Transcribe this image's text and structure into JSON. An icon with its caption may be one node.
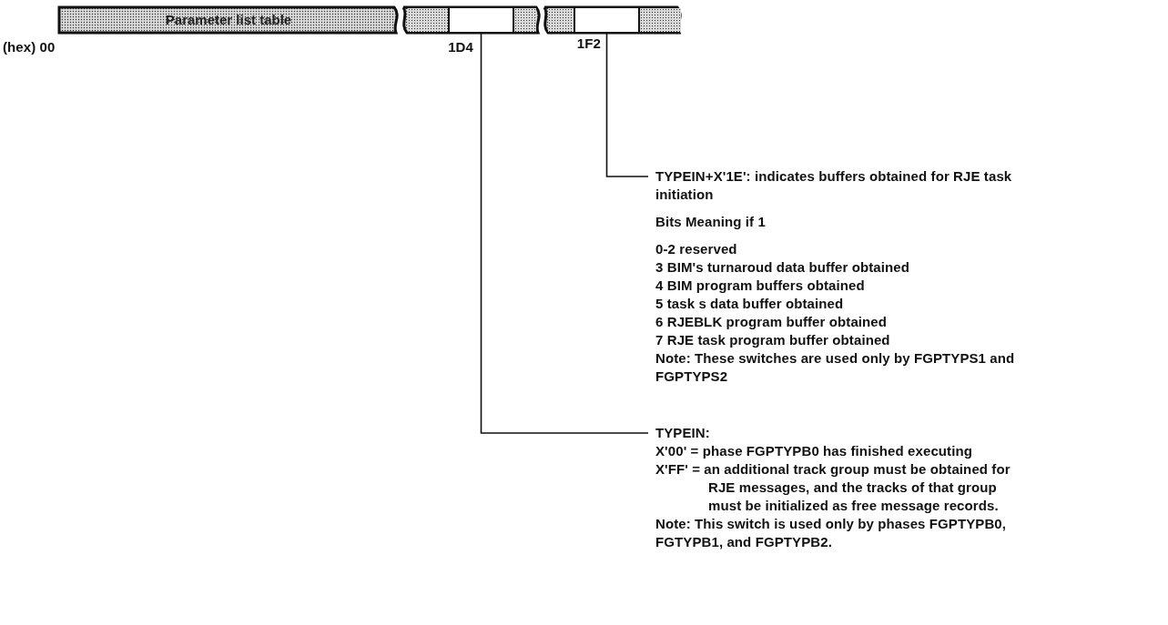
{
  "diagram": {
    "nodes": [
      {
        "text": [
          "Parameter list table"
        ]
      },
      {
        "text": [],
        "shape": "box"
      },
      {
        "text": [],
        "shape": "box",
        "in": 1
      },
      {
        "text": [],
        "shape": "box",
        "in": 1
      },
      {
        "text": [],
        "shape": "box",
        "in": 1
      },
      {
        "text": [],
        "shape": "box"
      },
      {
        "text": [],
        "shape": "box",
        "in": 5
      },
      {
        "text": [],
        "shape": "box",
        "in": 5
      },
      {
        "text": [],
        "shape": "box",
        "in": 5
      },
      {
        "text": [
          "TYPEIN+X'1E': indicates buffers obtained for RJE task initiation",
          "Bits Meaning if 1",
          "0-2 reserved",
          "3 BIM's turnaroud data buffer obtained",
          "4 BIM program buffers obtained",
          "5 task s data buffer obtained",
          "6 RJEBLK program buffer obtained",
          "7 RJE task program buffer obtained",
          "Note: These switches are used only by FGPTYPS1 and FGPTYPS2"
        ]
      },
      {
        "text": [
          "TYPEIN:",
          "X'00' = phase FGPTYPB0 has finished executing",
          "X'FF' = an additional track group must be obtained for RJE messages, and the tracks of that group must be initialized as free message records.",
          "Note: This switch is used only by phases FGPTYPB0, FGTYPB1, and FGPTYPB2."
        ]
      }
    ],
    "edges": [
      {
        "from": 9,
        "to": 7,
        "arrow": "none"
      },
      {
        "from": 10,
        "to": 3,
        "arrow": "none"
      }
    ],
    "labels": [
      "(hex) 00",
      "1D4",
      "1F2"
    ]
  }
}
